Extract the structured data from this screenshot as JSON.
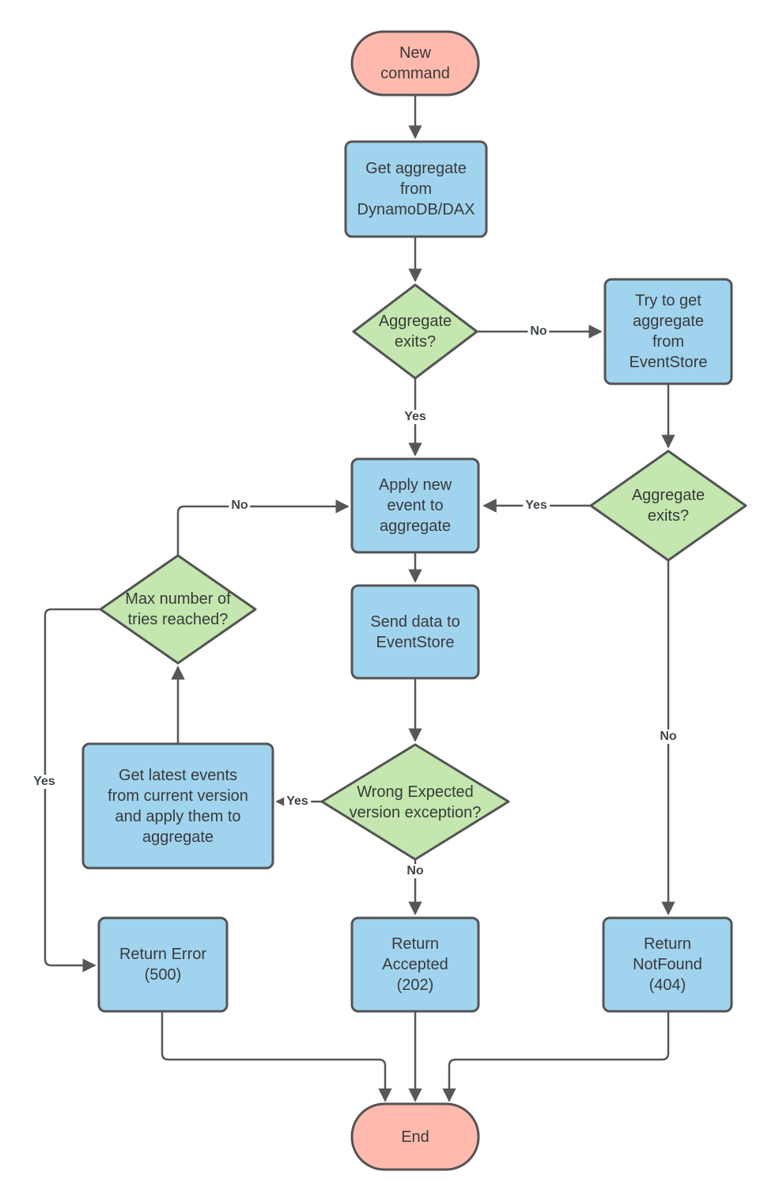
{
  "diagram": {
    "type": "flowchart",
    "nodes": {
      "new_command": {
        "label": "New\ncommand",
        "shape": "terminator"
      },
      "get_aggregate": {
        "label": "Get aggregate\nfrom\nDynamoDB/DAX",
        "shape": "process"
      },
      "aggregate_exists_1": {
        "label": "Aggregate\nexits?",
        "shape": "decision"
      },
      "try_get_aggregate": {
        "label": "Try to get\naggregate\nfrom\nEventStore",
        "shape": "process"
      },
      "apply_new_event": {
        "label": "Apply new\nevent to\naggregate",
        "shape": "process"
      },
      "aggregate_exists_2": {
        "label": "Aggregate\nexits?",
        "shape": "decision"
      },
      "send_data": {
        "label": "Send data to\nEventStore",
        "shape": "process"
      },
      "max_tries": {
        "label": "Max number of\ntries reached?",
        "shape": "decision"
      },
      "wrong_version": {
        "label": "Wrong Expected\nversion exception?",
        "shape": "decision"
      },
      "get_latest_events": {
        "label": "Get latest events\nfrom current version\nand apply them to\naggregate",
        "shape": "process"
      },
      "return_error": {
        "label": "Return Error\n(500)",
        "shape": "process"
      },
      "return_accepted": {
        "label": "Return\nAccepted\n(202)",
        "shape": "process"
      },
      "return_notfound": {
        "label": "Return\nNotFound\n(404)",
        "shape": "process"
      },
      "end": {
        "label": "End",
        "shape": "terminator"
      }
    },
    "edge_labels": {
      "agg1_no": "No",
      "agg1_yes": "Yes",
      "agg2_yes": "Yes",
      "agg2_no": "No",
      "max_no": "No",
      "max_yes": "Yes",
      "wrong_yes": "Yes",
      "wrong_no": "No"
    },
    "colors": {
      "terminator_fill": "#ffb9ad",
      "process_fill": "#a0d3ee",
      "decision_fill": "#c3e7ae",
      "border": "#545454",
      "line": "#575757",
      "text": "#3a3a3a"
    }
  }
}
